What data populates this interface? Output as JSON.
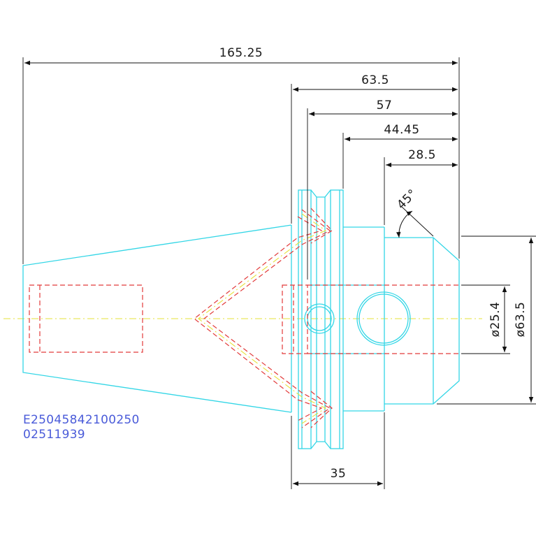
{
  "colors": {
    "outline": "#33d6e6",
    "hidden": "#e23a3a",
    "centerline": "#e6e23a",
    "dimension": "#111111",
    "part_number": "#4a5bd9"
  },
  "dimensions": {
    "overall_length": "165.25",
    "flange_length": "63.5",
    "flange_to_front": "57",
    "collar_to_front": "44.45",
    "nose_length": "28.5",
    "chamfer_angle": "45°",
    "bore_diameter": "ø25.4",
    "nose_diameter": "ø63.5",
    "flange_width": "35"
  },
  "part": {
    "code": "E25045842100250",
    "number": "02511939"
  }
}
